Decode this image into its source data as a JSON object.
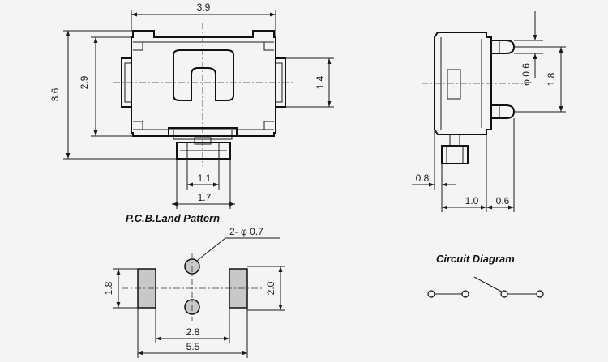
{
  "top_view": {
    "width_dim": "3.9",
    "height_dim": "3.6",
    "inner_height_dim": "2.9",
    "pin_span_dim": "1.4",
    "actuator_dim_inner": "1.1",
    "actuator_dim_outer": "1.7"
  },
  "side_view": {
    "pin_dia_dim": "φ 0.6",
    "pin_span_dim": "1.8",
    "actuator_len_dim": "0.8",
    "body_dim": "1.0",
    "pin_len_dim": "0.6"
  },
  "land_pattern": {
    "title": "P.C.B.Land Pattern",
    "hole_note": "2- φ 0.7",
    "pad_height_dim": "1.8",
    "total_height_dim": "2.0",
    "inner_span_dim": "2.8",
    "outer_span_dim": "5.5"
  },
  "circuit": {
    "title": "Circuit Diagram"
  }
}
